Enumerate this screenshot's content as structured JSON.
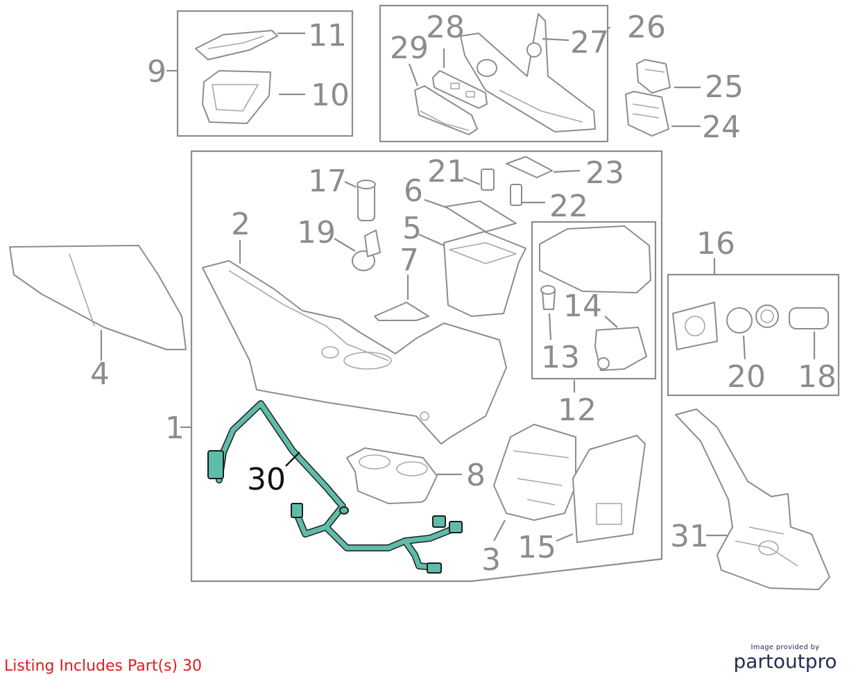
{
  "callouts": {
    "c1": "1",
    "c2": "2",
    "c3": "3",
    "c4": "4",
    "c5": "5",
    "c6": "6",
    "c7": "7",
    "c8": "8",
    "c9": "9",
    "c10": "10",
    "c11": "11",
    "c12": "12",
    "c13": "13",
    "c14": "14",
    "c15": "15",
    "c16": "16",
    "c17": "17",
    "c18": "18",
    "c19": "19",
    "c20": "20",
    "c21": "21",
    "c22": "22",
    "c23": "23",
    "c24": "24",
    "c25": "25",
    "c26": "26",
    "c27": "27",
    "c28": "28",
    "c29": "29",
    "c30": "30",
    "c31": "31"
  },
  "colors": {
    "highlight_part": "#5ebcaa",
    "line_art": "#8c8c8c",
    "listing_text": "#e01c1c",
    "brand_text": "#232c52"
  },
  "listing_note": "Listing Includes Part(s) 30",
  "brand": {
    "prefix": "Image provided by",
    "name": "partoutpro"
  }
}
